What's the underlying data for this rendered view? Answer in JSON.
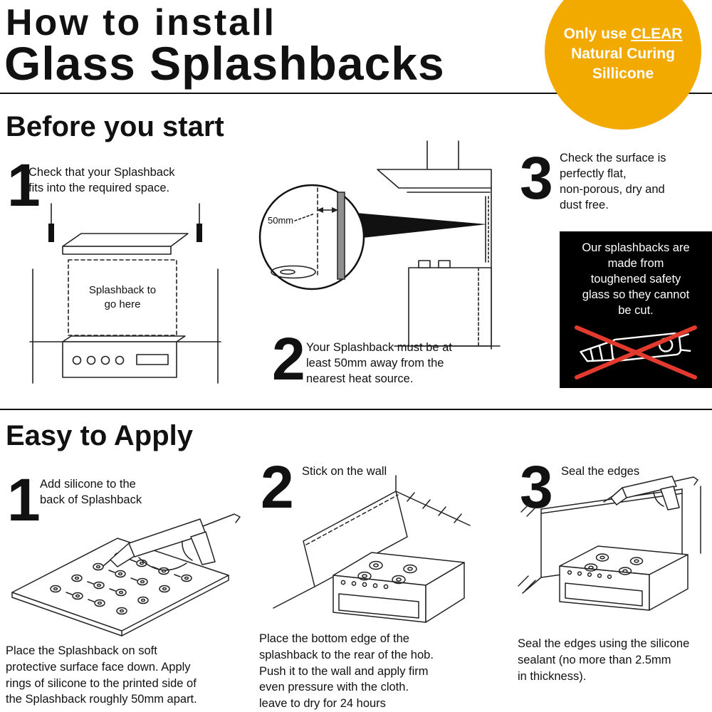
{
  "header": {
    "title_line1": "How to install",
    "title_line2": "Glass Splashbacks"
  },
  "badge": {
    "line1_prefix": "Only use ",
    "line1_underline": "CLEAR",
    "line2": "Natural Curing",
    "line3": "Sillicone",
    "background_color": "#F2A900",
    "text_color": "#FFFFFF"
  },
  "before": {
    "heading": "Before you start",
    "steps": [
      {
        "number": "1",
        "lines": [
          "Check that your Splashback",
          "fits into the required space."
        ]
      },
      {
        "number": "2",
        "lines": [
          "Your Splashback must be at",
          "least 50mm away from the",
          "nearest heat source."
        ]
      },
      {
        "number": "3",
        "lines": [
          "Check the surface is",
          "perfectly flat,",
          "non-porous, dry and",
          "dust free."
        ]
      }
    ],
    "diagram1": {
      "label_lines": [
        "Splashback to",
        "go here"
      ]
    },
    "diagram2": {
      "clearance_label": "50mm"
    },
    "warning": {
      "lines": [
        "Our splashbacks are",
        "made from",
        "toughened safety",
        "glass so they cannot",
        "be cut."
      ],
      "background_color": "#000000",
      "cross_color": "#E23B2E"
    }
  },
  "apply": {
    "heading": "Easy to Apply",
    "steps": [
      {
        "number": "1",
        "title_lines": [
          "Add silicone to the",
          "back of Splashback"
        ],
        "caption_lines": [
          "Place the Splashback on soft",
          "protective surface face down. Apply",
          "rings of silicone to the printed side of",
          "the Splashback roughly 50mm apart."
        ]
      },
      {
        "number": "2",
        "title_lines": [
          "Stick on the wall"
        ],
        "caption_lines": [
          "Place the bottom edge of the",
          "splashback to the rear of the hob.",
          "Push it to the wall and apply firm",
          "even pressure with the cloth.",
          "leave to dry for 24 hours"
        ]
      },
      {
        "number": "3",
        "title_lines": [
          "Seal the edges"
        ],
        "caption_lines": [
          "Seal the edges using the silicone",
          "sealant (no more than 2.5mm",
          "in thickness)."
        ]
      }
    ]
  }
}
